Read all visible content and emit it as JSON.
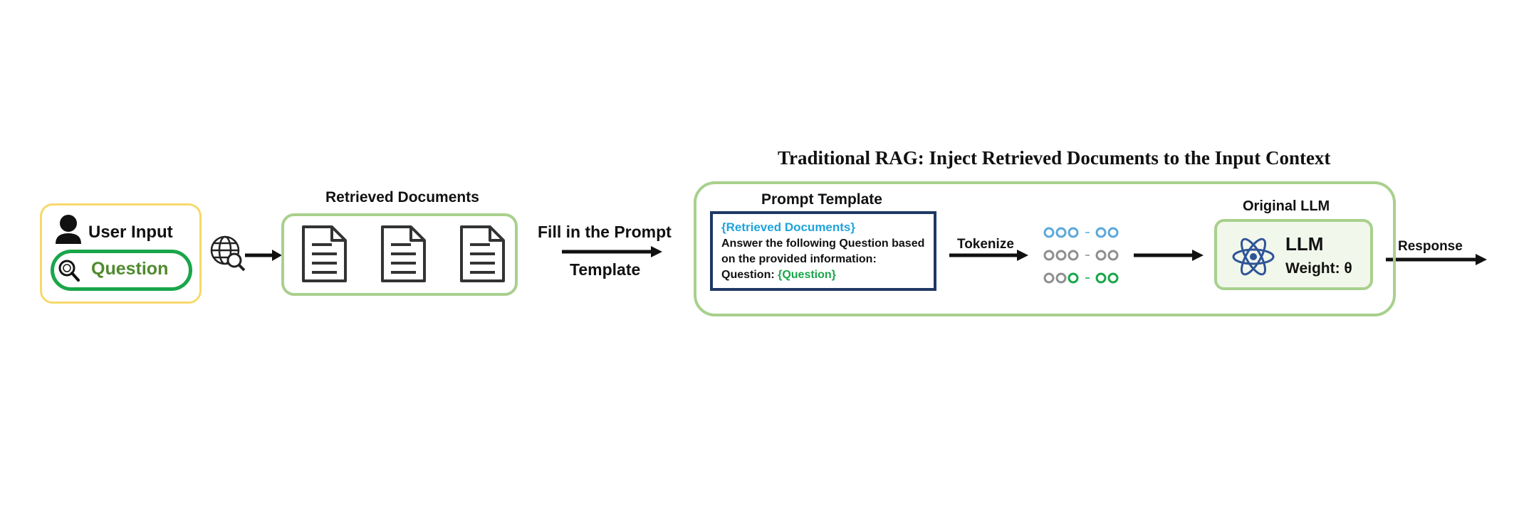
{
  "title": "Traditional RAG: Inject Retrieved Documents to the Input Context",
  "user_input": {
    "label": "User Input",
    "question": "Question"
  },
  "retrieved_documents": {
    "label": "Retrieved Documents"
  },
  "fill_step": {
    "line1": "Fill in the Prompt",
    "line2": "Template"
  },
  "prompt_template": {
    "label": "Prompt Template",
    "placeholder_docs": "{Retrieved Documents}",
    "line1": "Answer the following Question based",
    "line2": "on the provided information:",
    "question_prefix": "Question: ",
    "placeholder_question": "{Question}"
  },
  "tokenize": {
    "label": "Tokenize"
  },
  "llm": {
    "section_label": "Original LLM",
    "name": "LLM",
    "weight": "Weight: θ"
  },
  "response": {
    "label": "Response"
  },
  "colors": {
    "blue_token": "#5aa9dd",
    "gray_token": "#8f8f8f",
    "green_token": "#19a64a",
    "question_green": "#19a64a",
    "question_text": "#4f8a2e",
    "docs_placeholder": "#1ea3dd",
    "llm_icon": "#2f5597",
    "user_border": "#f7d96b",
    "box_green": "#a8d08d",
    "prompt_border": "#1f3864"
  }
}
